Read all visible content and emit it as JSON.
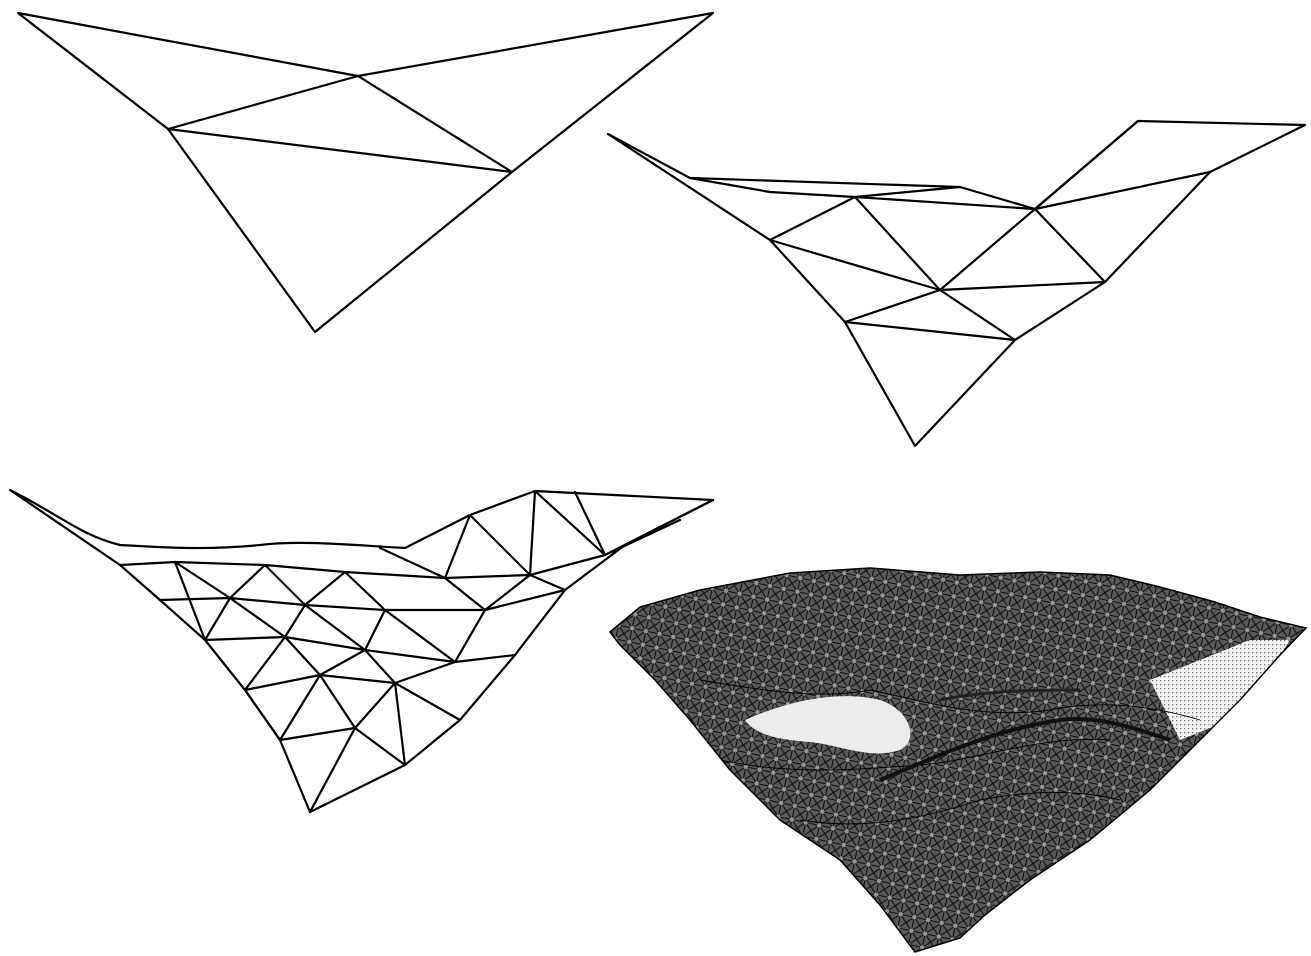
{
  "figure": {
    "panels": [
      {
        "id": "mesh-level-1",
        "subdivision_level": 1,
        "edge_color": "#000000"
      },
      {
        "id": "mesh-level-2",
        "subdivision_level": 2,
        "edge_color": "#000000"
      },
      {
        "id": "mesh-level-3",
        "subdivision_level": 3,
        "edge_color": "#000000"
      },
      {
        "id": "mesh-dense-terrain",
        "edge_color": "#000000",
        "highlight_color": "#e6e6e6"
      }
    ],
    "background_color": "#ffffff"
  }
}
